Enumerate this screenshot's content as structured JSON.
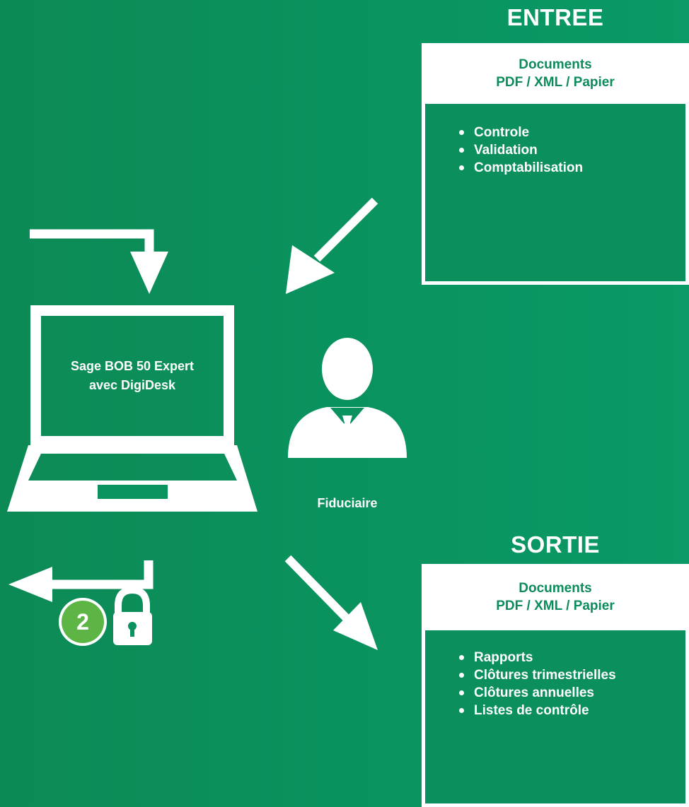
{
  "entree": {
    "title": "ENTREE",
    "doc_title": "Documents",
    "doc_formats": "PDF / XML / Papier",
    "items": [
      "Controle",
      "Validation",
      "Comptabilisation"
    ]
  },
  "sortie": {
    "title": "SORTIE",
    "doc_title": "Documents",
    "doc_formats": "PDF / XML / Papier",
    "items": [
      "Rapports",
      "Clôtures trimestrielles",
      "Clôtures annuelles",
      "Listes de contrôle"
    ]
  },
  "laptop": {
    "line1": "Sage BOB 50 Expert",
    "line2": "avec DigiDesk"
  },
  "person": {
    "label": "Fiduciaire"
  },
  "badge": {
    "number": "2"
  },
  "colors": {
    "background": "#0a935f",
    "panel_text": "#0d8c5b",
    "badge_fill": "#5cb544",
    "foreground": "#ffffff"
  },
  "icons": {
    "laptop": "laptop-icon",
    "person": "businessman-icon",
    "lock": "padlock-icon"
  }
}
